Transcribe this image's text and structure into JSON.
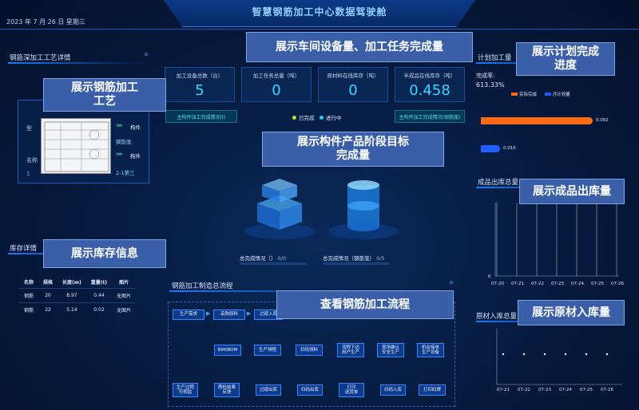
{
  "header": {
    "title": "智慧钢筋加工中心数据驾驶舱",
    "date": "2023 年 7 月 26 日 星期三"
  },
  "left_top": {
    "title": "钢筋深加工工艺详情",
    "fields": [
      "型",
      "名称"
    ],
    "tags": [
      "构件",
      "钢筋笼",
      "构件",
      "2-1第三"
    ],
    "index_label": "1"
  },
  "inventory": {
    "title": "库存详情",
    "columns": [
      "名称",
      "规格",
      "长度(m)",
      "重量(t)",
      "图片"
    ],
    "rows": [
      [
        "钢筋",
        "20",
        "8.97",
        "0.44",
        "无图片"
      ],
      [
        "钢筋",
        "22",
        "5.14",
        "0.02",
        "无图片"
      ]
    ]
  },
  "stats": [
    {
      "label": "加工设备总数（台）",
      "value": "5"
    },
    {
      "label": "加工任务总量（吨）",
      "value": "0"
    },
    {
      "label": "原材料在线库存（吨）",
      "value": "0"
    },
    {
      "label": "半成品在线库存（吨）",
      "value": "0.458"
    }
  ],
  "buttons": {
    "left": "主构件加工完成情况(t)",
    "right": "主构件加工完成情况(钢筋笼)"
  },
  "legend": {
    "done": "已完成",
    "doing": "进行中"
  },
  "progress": {
    "left_label": "总完成情况（）",
    "left_value": "0/0",
    "right_label": "总完成情况（钢筋笼）",
    "right_value": "0/5"
  },
  "flow": {
    "title": "钢筋加工制造总流程",
    "row1": [
      "生产需求",
      "采购原料",
      "过磅入库"
    ],
    "row2": [
      "BIM/BOM",
      "生产排程",
      "扫码领料",
      "流程下达\n用户生产",
      "现场确认\n安全生产",
      "机台接单\n生产设备"
    ],
    "row3": [
      "生产过程\n可视监",
      "质检结果\n反馈",
      "过磅出库",
      "扫码出库",
      "打印\n送货单",
      "扫码入库",
      "打印码牌"
    ]
  },
  "plan": {
    "title": "计划加工量",
    "rate_label": "完成率:",
    "rate_value": "613.33%",
    "legend_actual": "实际完成",
    "legend_plan": "月计划量",
    "actual_value": "0.092",
    "plan_value": "0.015",
    "colors": {
      "actual": "#ff6a13",
      "plan": "#1f5eff"
    }
  },
  "output_chart": {
    "title": "成品出库总量",
    "dates": [
      "07-20",
      "07-21",
      "07-22",
      "07-23",
      "07-24",
      "07-25",
      "07-26"
    ],
    "y_zero": "0"
  },
  "raw_chart": {
    "title": "原材入库总量",
    "dates": [
      "07-21",
      "07-22",
      "07-23",
      "07-24",
      "07-25",
      "07-26"
    ]
  },
  "callouts": {
    "equipment": "展示车间设备量、加工任务完成量",
    "process": "展示钢筋加工\n工艺",
    "plan": "展示计划完成\n进度",
    "component": "展示构件产品阶段目标\n完成量",
    "output": "展示成品出库量",
    "inventory": "展示库存信息",
    "flow": "查看钢筋加工流程",
    "raw": "展示原材入库量"
  }
}
